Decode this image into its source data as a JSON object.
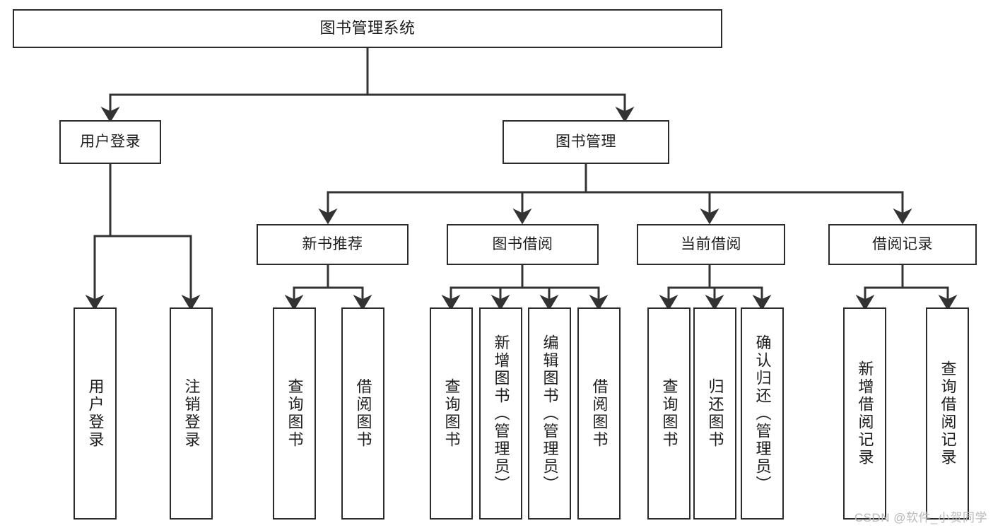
{
  "diagram": {
    "title": "图书管理系统",
    "type": "function-tree",
    "watermark": "CSDN @软件_小贺同学",
    "colors": {
      "box_border": "#2b2b2b",
      "box_fill": "#ffffff",
      "connector": "#333333",
      "text": "#1d1d1d",
      "watermark": "#b9b9b9",
      "background": "#ffffff"
    },
    "levels": {
      "root": {
        "label": "图书管理系统"
      },
      "level2": [
        {
          "label": "用户登录"
        },
        {
          "label": "图书管理"
        }
      ],
      "level3": [
        {
          "label": "新书推荐"
        },
        {
          "label": "图书借阅"
        },
        {
          "label": "当前借阅"
        },
        {
          "label": "借阅记录"
        }
      ],
      "leaves": {
        "user_login": [
          {
            "label": "用户登录"
          },
          {
            "label": "注销登录"
          }
        ],
        "new_book_recommend": [
          {
            "label": "查询图书"
          },
          {
            "label": "借阅图书"
          }
        ],
        "book_borrow": [
          {
            "label": "查询图书"
          },
          {
            "label": "新增图书（管理员）"
          },
          {
            "label": "编辑图书（管理员）"
          },
          {
            "label": "借阅图书"
          }
        ],
        "current_borrow": [
          {
            "label": "查询图书"
          },
          {
            "label": "归还图书"
          },
          {
            "label": "确认归还（管理员）"
          }
        ],
        "borrow_record": [
          {
            "label": "新增借阅记录"
          },
          {
            "label": "查询借阅记录"
          }
        ]
      }
    }
  }
}
